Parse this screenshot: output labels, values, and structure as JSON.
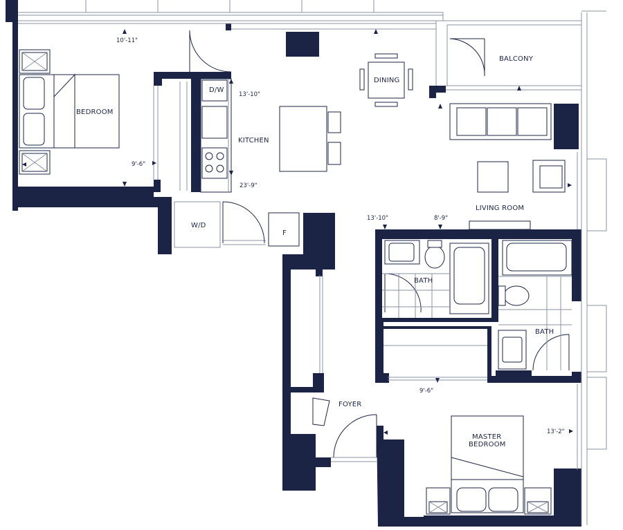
{
  "colors": {
    "wall": "#1b2444",
    "line": "#8a90a3",
    "background": "#ffffff"
  },
  "rooms": {
    "bedroom": "BEDROOM",
    "kitchen": "KITCHEN",
    "dining": "DINING",
    "balcony": "BALCONY",
    "living_room": "LIVING ROOM",
    "bath_1": "BATH",
    "bath_2": "BATH",
    "foyer": "FOYER",
    "master_bedroom_line1": "MASTER",
    "master_bedroom_line2": "BEDROOM",
    "washer_dryer": "W/D",
    "fridge": "F",
    "dishwasher": "D/W"
  },
  "dimensions": {
    "bedroom_width": "10'-11\"",
    "bedroom_depth": "9'-6\"",
    "kitchen_dw": "13'-10\"",
    "kitchen_length": "23'-9\"",
    "living_width": "13'-10\"",
    "living_depth": "8'-9\"",
    "master_depth": "9'-6\"",
    "master_width": "13'-2\""
  }
}
